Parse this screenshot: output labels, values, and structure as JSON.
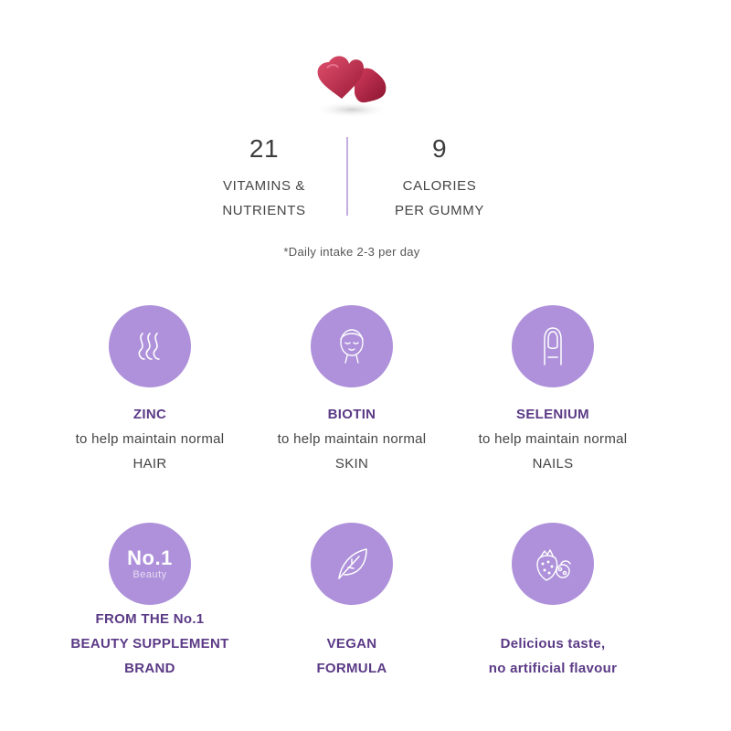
{
  "stats": [
    {
      "value": "21",
      "label_line1": "VITAMINS &",
      "label_line2": "NUTRIENTS"
    },
    {
      "value": "9",
      "label_line1": "CALORIES",
      "label_line2": "PER GUMMY"
    }
  ],
  "intake_note": "*Daily intake 2-3 per day",
  "benefits": [
    {
      "icon": "hair-icon",
      "title": "ZINC",
      "line1": "to help maintain normal",
      "line2": "HAIR"
    },
    {
      "icon": "face-icon",
      "title": "BIOTIN",
      "line1": "to help maintain normal",
      "line2": "SKIN"
    },
    {
      "icon": "nail-icon",
      "title": "SELENIUM",
      "line1": "to help maintain normal",
      "line2": "NAILS"
    }
  ],
  "claims": [
    {
      "icon": "no1-badge",
      "badge_main": "No.1",
      "badge_sub": "Beauty",
      "line1": "FROM THE No.1",
      "line2": "BEAUTY SUPPLEMENT",
      "line3": "BRAND"
    },
    {
      "icon": "leaf-icon",
      "line1": "VEGAN",
      "line2": "FORMULA"
    },
    {
      "icon": "strawberry-icon",
      "line1": "Delicious taste,",
      "line2": "no artificial flavour"
    }
  ],
  "colors": {
    "accent_circle": "#ae91da",
    "title_purple": "#5b3a86",
    "divider": "#c3aee0"
  }
}
